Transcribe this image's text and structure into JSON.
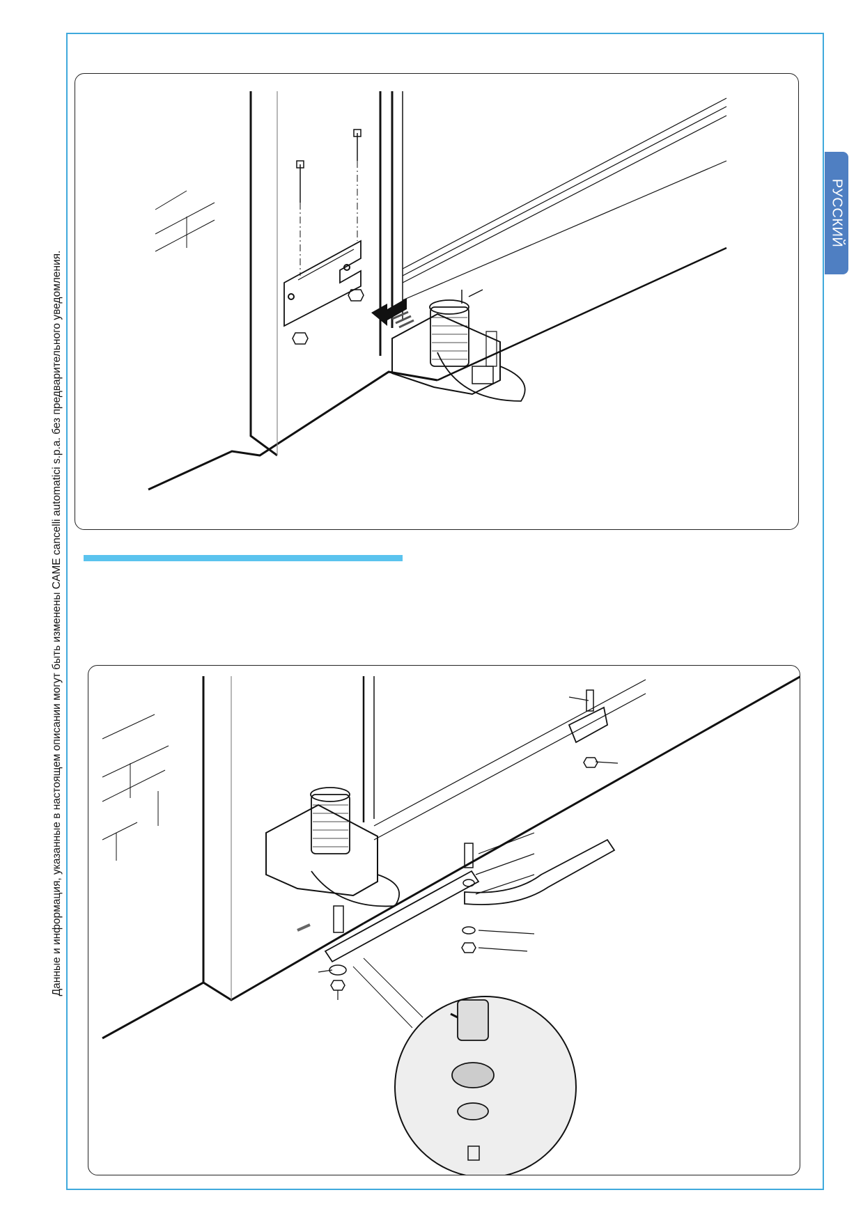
{
  "side_note": "Данные и информация, указанные в настоящем описании могут быть изменены CAME cancelli automatici s.p.a. без предварительного уведомления.",
  "language_tab": "РУССКИЙ",
  "colors": {
    "frame": "#3fa9dc",
    "accent_bar": "#5bc3ee",
    "language_tab": "#4f7fc2"
  },
  "figures": [
    {
      "id": "bracket-mounting",
      "icon": "installation-illustration"
    },
    {
      "id": "arm-assembly",
      "icon": "installation-illustration"
    }
  ]
}
